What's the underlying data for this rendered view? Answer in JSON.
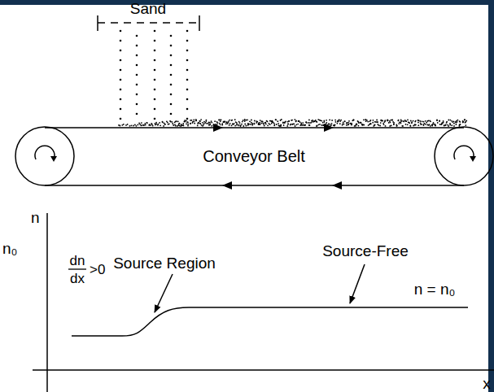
{
  "diagram": {
    "nodes": [
      {
        "text": [
          "Conveyor Belt"
        ]
      }
    ],
    "labels": [
      "Sand",
      "n",
      "n₀",
      "dn",
      "dx",
      ">0",
      "Source Region",
      "Source-Free",
      "n = n₀",
      "x"
    ]
  }
}
